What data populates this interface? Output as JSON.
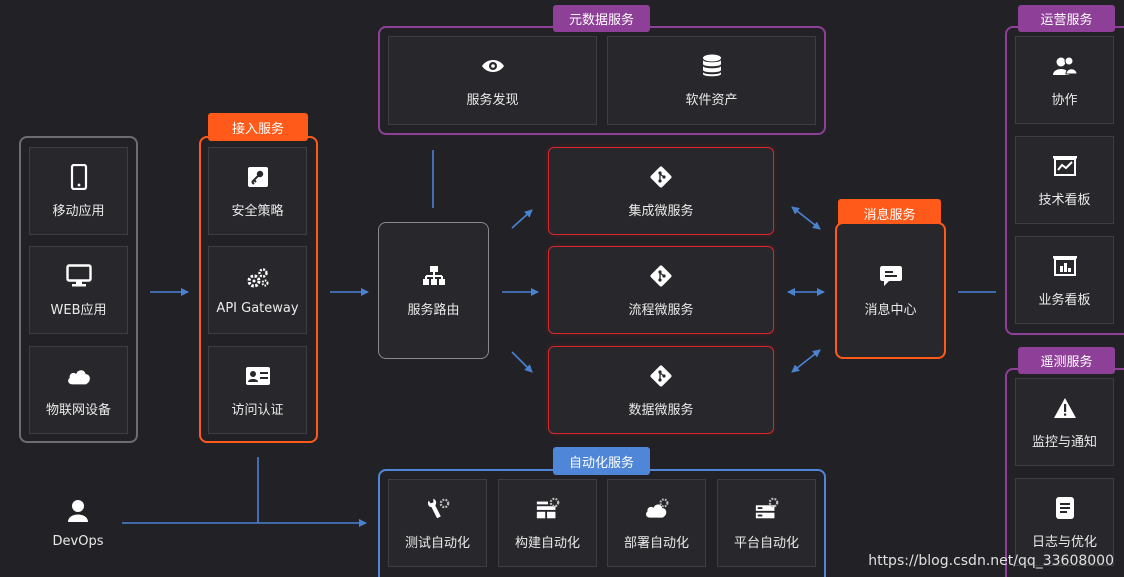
{
  "client_group": {
    "items": [
      {
        "label": "移动应用",
        "icon": "mobile-phone-icon"
      },
      {
        "label": "WEB应用",
        "icon": "monitor-icon"
      },
      {
        "label": "物联网设备",
        "icon": "cloud-icon"
      }
    ]
  },
  "access": {
    "title": "接入服务",
    "items": [
      {
        "label": "安全策略",
        "icon": "key-icon"
      },
      {
        "label": "API Gateway",
        "icon": "gears-icon"
      },
      {
        "label": "访问认证",
        "icon": "id-card-icon"
      }
    ]
  },
  "router": {
    "label": "服务路由",
    "icon": "sitemap-icon"
  },
  "metadata": {
    "title": "元数据服务",
    "items": [
      {
        "label": "服务发现",
        "icon": "eye-icon"
      },
      {
        "label": "软件资产",
        "icon": "database-icon"
      }
    ]
  },
  "microservices": [
    {
      "label": "集成微服务",
      "icon": "git-diamond-icon"
    },
    {
      "label": "流程微服务",
      "icon": "git-diamond-icon"
    },
    {
      "label": "数据微服务",
      "icon": "git-diamond-icon"
    }
  ],
  "message": {
    "title": "消息服务",
    "label": "消息中心",
    "icon": "chat-icon"
  },
  "ops": {
    "title": "运营服务",
    "items": [
      {
        "label": "协作",
        "icon": "users-icon"
      },
      {
        "label": "技术看板",
        "icon": "line-board-icon"
      },
      {
        "label": "业务看板",
        "icon": "bar-board-icon"
      }
    ]
  },
  "telemetry": {
    "title": "遥测服务",
    "items": [
      {
        "label": "监控与通知",
        "icon": "warning-icon"
      },
      {
        "label": "日志与优化",
        "icon": "document-icon"
      }
    ]
  },
  "automation": {
    "title": "自动化服务",
    "items": [
      {
        "label": "测试自动化",
        "icon": "wrench-gear-icon"
      },
      {
        "label": "构建自动化",
        "icon": "build-gear-icon"
      },
      {
        "label": "部署自动化",
        "icon": "cloud-gear-icon"
      },
      {
        "label": "平台自动化",
        "icon": "server-gear-icon"
      }
    ]
  },
  "devops": {
    "label": "DevOps",
    "icon": "user-icon"
  },
  "watermark": "https://blog.csdn.net/qq_33608000",
  "colors": {
    "orange": "#ff5a1a",
    "purple": "#8e3f97",
    "blue": "#4f86d8",
    "red": "#d8262c",
    "arrow": "#4a82d2"
  }
}
